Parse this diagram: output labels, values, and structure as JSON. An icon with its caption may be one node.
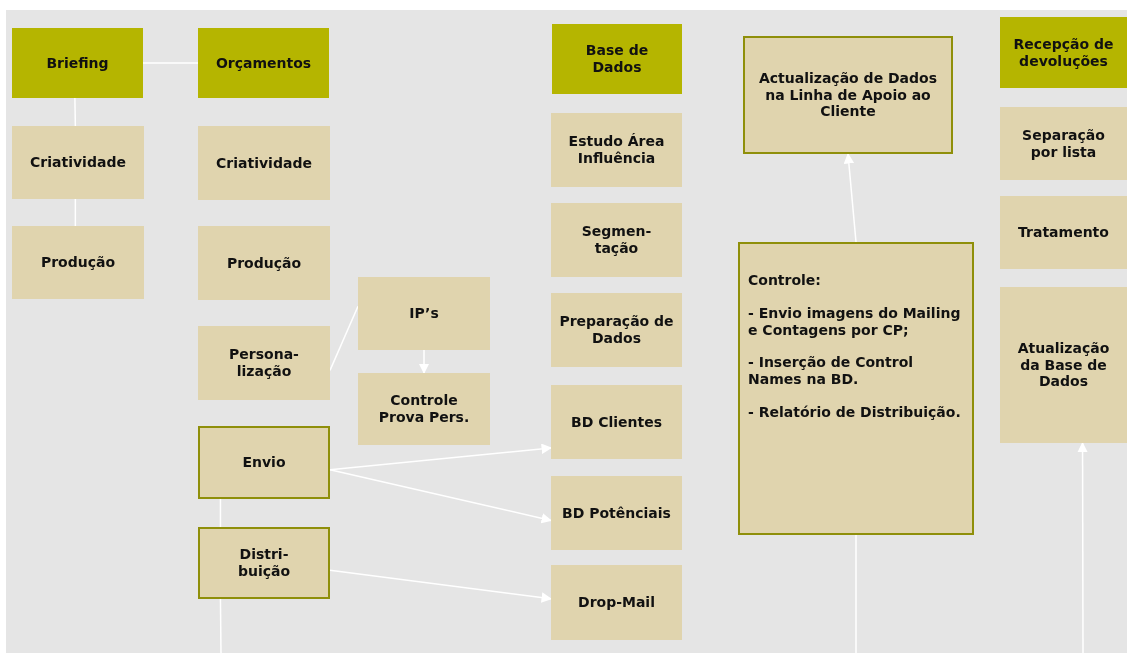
{
  "diagram": {
    "nodes": [
      {
        "text": [
          "Briefing"
        ]
      },
      {
        "text": [
          "Orçamentos"
        ]
      },
      {
        "text": [
          "Criatividade"
        ]
      },
      {
        "text": [
          "Produção"
        ]
      },
      {
        "text": [
          "Criatividade"
        ]
      },
      {
        "text": [
          "Produção"
        ]
      },
      {
        "text": [
          "IP’s"
        ]
      },
      {
        "text": [
          "Persona- lização"
        ]
      },
      {
        "text": [
          "Controle Prova Pers."
        ]
      },
      {
        "text": [
          "Envio"
        ]
      },
      {
        "text": [
          "Distri- buição"
        ]
      },
      {
        "text": [
          "Base de Dados"
        ]
      },
      {
        "text": [
          "Estudo Área Influência"
        ]
      },
      {
        "text": [
          "Segmen- tação"
        ]
      },
      {
        "text": [
          "Preparação de Dados"
        ]
      },
      {
        "text": [
          "BD Clientes"
        ]
      },
      {
        "text": [
          "BD Potênciais"
        ]
      },
      {
        "text": [
          "Drop-Mail"
        ]
      },
      {
        "text": [
          "Actualização de Dados na Linha de Apoio ao Cliente"
        ]
      },
      {
        "text": [
          "Controle:",
          "- Envio imagens do Mailing e Contagens por CP;",
          "- Inserção de Control Names na BD.",
          "- Relatório de Distribuição."
        ]
      },
      {
        "text": [
          "Recepção de devoluções"
        ]
      },
      {
        "text": [
          "Separação por lista"
        ]
      },
      {
        "text": [
          "Tratamento"
        ]
      },
      {
        "text": [
          "Atualização da Base de Dados"
        ]
      }
    ],
    "edges": [
      {
        "from": 0,
        "to": 1,
        "arrow": "none"
      },
      {
        "from": 0,
        "to": 2,
        "arrow": "none"
      },
      {
        "from": 2,
        "to": 3,
        "arrow": "none"
      },
      {
        "from": 7,
        "to": 6,
        "arrow": "none"
      },
      {
        "from": 6,
        "to": 8,
        "arrow": "to"
      },
      {
        "from": 9,
        "to": 15,
        "arrow": "to"
      },
      {
        "from": 9,
        "to": 16,
        "arrow": "to"
      },
      {
        "from": 10,
        "to": 17,
        "arrow": "to"
      },
      {
        "from": 9,
        "to": 10,
        "arrow": "none"
      },
      {
        "from": 10,
        "to": null,
        "arrow": "none"
      },
      {
        "from": 19,
        "to": 18,
        "arrow": "to"
      },
      {
        "from": 19,
        "to": null,
        "arrow": "none"
      },
      {
        "from": null,
        "to": 23,
        "arrow": "to"
      }
    ]
  }
}
